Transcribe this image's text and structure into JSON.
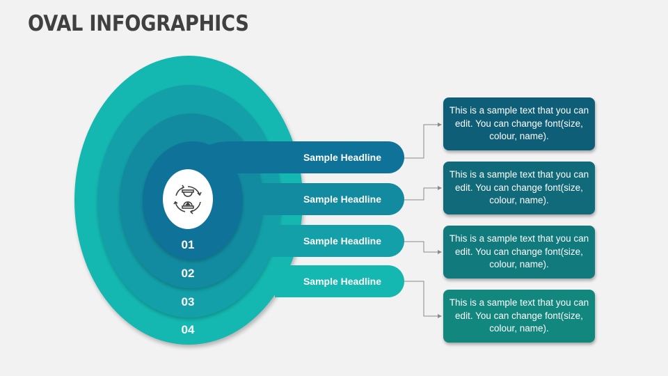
{
  "title": "OVAL INFOGRAPHICS",
  "colors": {
    "level1": "#0F7399",
    "level2": "#128BA0",
    "level3": "#13A0A8",
    "level4": "#14B8B0",
    "box1": "#0F5E78",
    "box2": "#106A7A",
    "box3": "#107A7C",
    "box4": "#11877E",
    "connector": "#8a8a8a",
    "title": "#404040"
  },
  "center_icon": "hourglass-cycle-icon",
  "levels": [
    {
      "number": "01",
      "headline": "Sample Headline",
      "text": "This is a sample text that you can edit. You can change font(size, colour, name)."
    },
    {
      "number": "02",
      "headline": "Sample Headline",
      "text": "This is a sample text that you can edit. You can change font(size, colour, name)."
    },
    {
      "number": "03",
      "headline": "Sample Headline",
      "text": "This is a sample text that you can edit. You can change font(size, colour, name)."
    },
    {
      "number": "04",
      "headline": "Sample Headline",
      "text": "This is a sample text that you can edit. You can change font(size, colour, name)."
    }
  ]
}
